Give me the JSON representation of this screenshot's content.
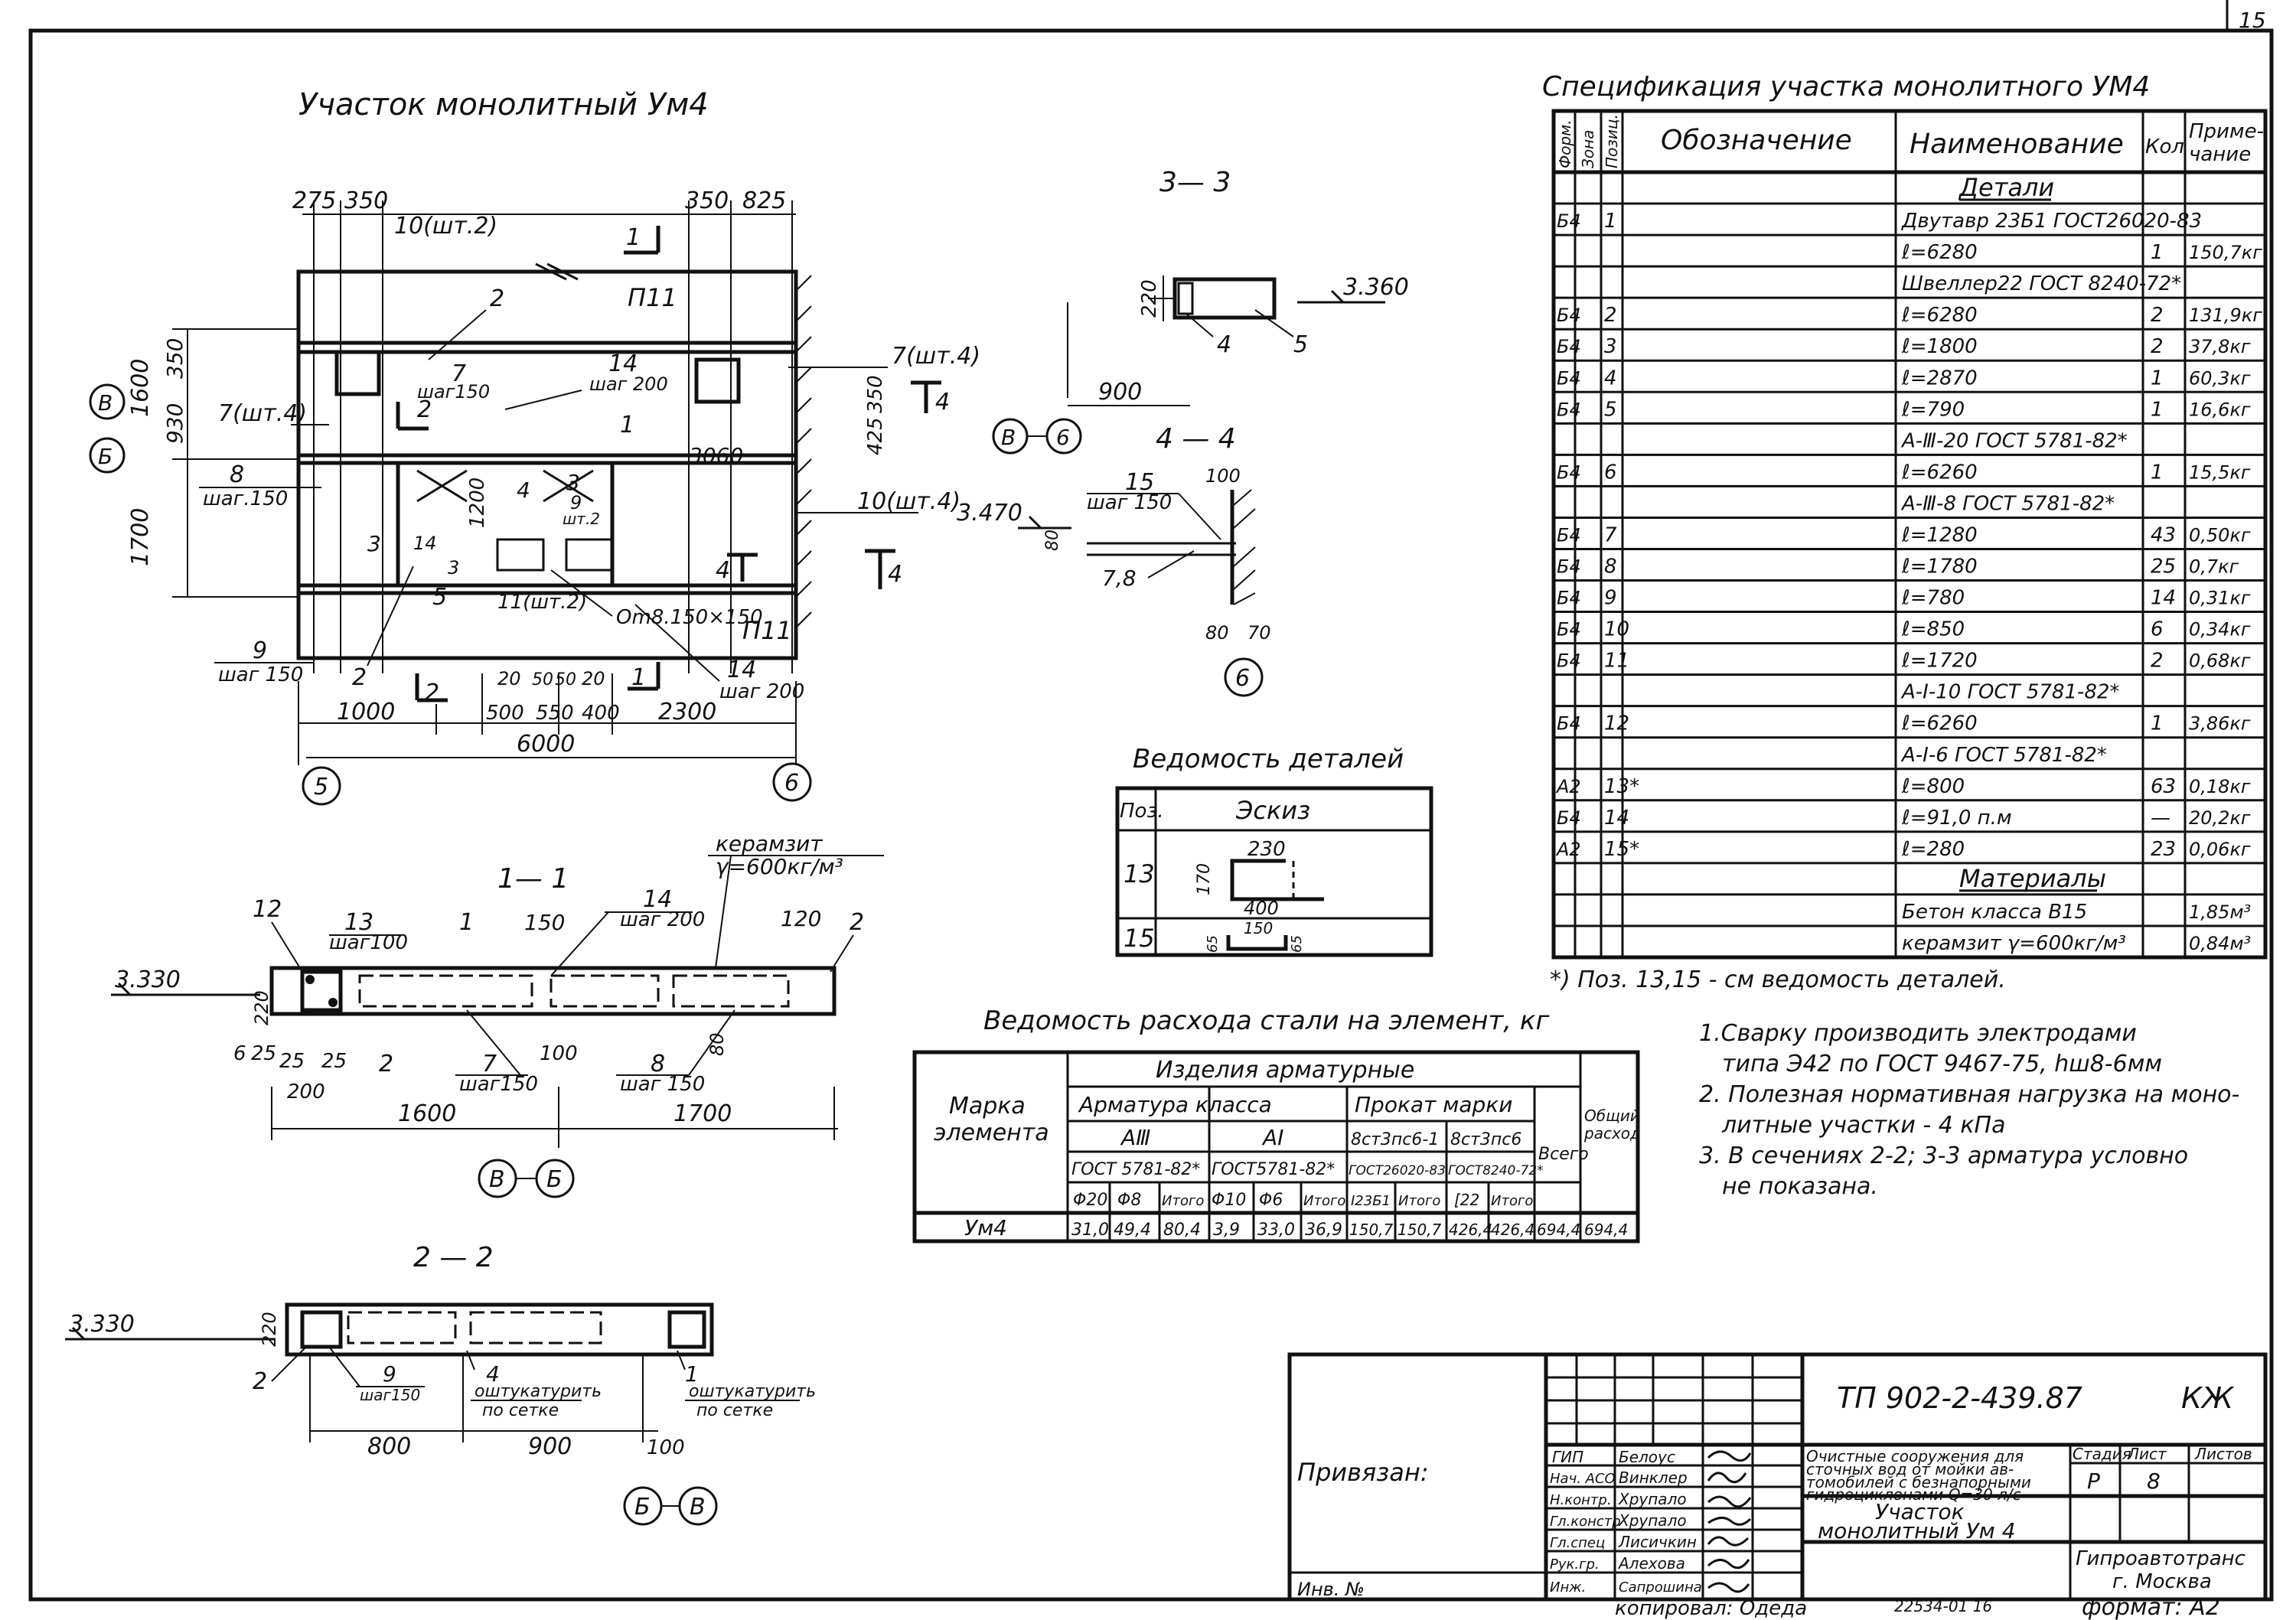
{
  "page_number": "15",
  "plan": {
    "title": "Участок монолитный Ум4",
    "dims_top": [
      "275",
      "350",
      "10(шт.2)",
      "350",
      "825"
    ],
    "dims_left": [
      "1600",
      "350",
      "930",
      "1700"
    ],
    "labels": [
      "П11",
      "П11",
      "2",
      "1",
      "7",
      "шаг150",
      "14",
      "шаг 200",
      "7(шт.4)",
      "7(шт.4)",
      "350",
      "425",
      "3060",
      "8",
      "шаг.150",
      "1200",
      "4",
      "3",
      "9",
      "шт.2",
      "10(шт.4)",
      "3",
      "14",
      "3",
      "5",
      "11(шт.2)",
      "Оm8.150×150",
      "9",
      "шаг 150",
      "2",
      "14",
      "шаг 200",
      "20",
      "50",
      "50",
      "20"
    ],
    "section_marks": [
      "1",
      "2",
      "4",
      "4",
      "4",
      "2",
      "1"
    ],
    "dims_bottom": [
      "1000",
      "500",
      "550",
      "400",
      "2300",
      "6000"
    ],
    "axes": [
      "В",
      "Б",
      "5",
      "6"
    ]
  },
  "section_3_3": {
    "title": "3— 3",
    "level": "3.360",
    "dims": [
      "220",
      "900"
    ],
    "labels": [
      "4",
      "5"
    ],
    "axes": [
      "В",
      "6"
    ]
  },
  "section_4_4": {
    "title": "4 — 4",
    "level": "3.470",
    "dims": [
      "100",
      "80",
      "80",
      "70"
    ],
    "labels": [
      "15",
      "шаг 150",
      "7,8"
    ],
    "axis": "6"
  },
  "section_1_1": {
    "title": "1— 1",
    "level": "3.330",
    "note": [
      "керамзит",
      "γ=600кг/м³"
    ],
    "labels": [
      "12",
      "13",
      "шаг100",
      "1",
      "150",
      "14",
      "шаг 200",
      "120",
      "2",
      "220",
      "6",
      "25",
      "25",
      "25",
      "200",
      "2",
      "7",
      "шаг150",
      "100",
      "8",
      "шаг 150",
      "80"
    ],
    "dims": [
      "1600",
      "1700"
    ],
    "axes": [
      "В",
      "Б"
    ]
  },
  "section_2_2": {
    "title": "2 — 2",
    "level": "3.330",
    "labels": [
      "220",
      "2",
      "9",
      "шаг150",
      "4",
      "оштукатурить",
      "по сетке",
      "1",
      "оштукатурить",
      "по сетке"
    ],
    "dims": [
      "800",
      "900",
      "100"
    ],
    "axes": [
      "Б",
      "В"
    ]
  },
  "details": {
    "title": "Ведомость деталей",
    "header": [
      "Поз.",
      "Эскиз"
    ],
    "rows": [
      {
        "pos": "13",
        "dims": [
          "230",
          "170",
          "400"
        ]
      },
      {
        "pos": "15",
        "dims": [
          "150",
          "65",
          "65"
        ]
      }
    ]
  },
  "steel": {
    "title": "Ведомость расхода стали на элемент, кг",
    "header_mark": "Марка элемента",
    "header_group": "Изделия арматурные",
    "header_armature": "Арматура класса",
    "header_prokat": "Прокат марки",
    "header_total": "Всего",
    "header_common": "Общий расход",
    "classes": [
      "АⅢ",
      "АⅠ",
      "8ст3пс6-1",
      "8ст3пс6"
    ],
    "standards": [
      "ГОСТ 5781-82*",
      "ГОСТ5781-82*",
      "ГОСТ26020-83",
      "ГОСТ8240-72*"
    ],
    "subheaders": [
      "Φ20",
      "Φ8",
      "Итого",
      "Φ10",
      "Φ6",
      "Итого",
      "I23Б1",
      "Итого",
      "[22",
      "Итого"
    ],
    "row_mark": "Ум4",
    "row_values": [
      "31,0",
      "49,4",
      "80,4",
      "3,9",
      "33,0",
      "36,9",
      "150,7",
      "150,7",
      "426,4",
      "426,4",
      "694,4",
      "694,4"
    ]
  },
  "spec": {
    "title": "Спецификация участка монолитного УМ4",
    "header": [
      "Форм.",
      "Зона",
      "Позиц.",
      "Обозначение",
      "Наименование",
      "Кол",
      "Примечание"
    ],
    "rows": [
      {
        "form": "",
        "pos": "",
        "name": "Детали",
        "qty": "",
        "note": ""
      },
      {
        "form": "Б4",
        "pos": "1",
        "name": "Двутавр 23Б1 ГОСТ26020-83",
        "qty": "",
        "note": ""
      },
      {
        "form": "",
        "pos": "",
        "name": "ℓ=6280",
        "qty": "1",
        "note": "150,7кг"
      },
      {
        "form": "",
        "pos": "",
        "name": "Швеллер22 ГОСТ 8240-72*",
        "qty": "",
        "note": ""
      },
      {
        "form": "Б4",
        "pos": "2",
        "name": "ℓ=6280",
        "qty": "2",
        "note": "131,9кг"
      },
      {
        "form": "Б4",
        "pos": "3",
        "name": "ℓ=1800",
        "qty": "2",
        "note": "37,8кг"
      },
      {
        "form": "Б4",
        "pos": "4",
        "name": "ℓ=2870",
        "qty": "1",
        "note": "60,3кг"
      },
      {
        "form": "Б4",
        "pos": "5",
        "name": "ℓ=790",
        "qty": "1",
        "note": "16,6кг"
      },
      {
        "form": "",
        "pos": "",
        "name": "А-Ⅲ-20 ГОСТ 5781-82*",
        "qty": "",
        "note": ""
      },
      {
        "form": "Б4",
        "pos": "6",
        "name": "ℓ=6260",
        "qty": "1",
        "note": "15,5кг"
      },
      {
        "form": "",
        "pos": "",
        "name": "А-Ⅲ-8 ГОСТ 5781-82*",
        "qty": "",
        "note": ""
      },
      {
        "form": "Б4",
        "pos": "7",
        "name": "ℓ=1280",
        "qty": "43",
        "note": "0,50кг"
      },
      {
        "form": "Б4",
        "pos": "8",
        "name": "ℓ=1780",
        "qty": "25",
        "note": "0,7кг"
      },
      {
        "form": "Б4",
        "pos": "9",
        "name": "ℓ=780",
        "qty": "14",
        "note": "0,31кг"
      },
      {
        "form": "Б4",
        "pos": "10",
        "name": "ℓ=850",
        "qty": "6",
        "note": "0,34кг"
      },
      {
        "form": "Б4",
        "pos": "11",
        "name": "ℓ=1720",
        "qty": "2",
        "note": "0,68кг"
      },
      {
        "form": "",
        "pos": "",
        "name": "А-Ⅰ-10 ГОСТ 5781-82*",
        "qty": "",
        "note": ""
      },
      {
        "form": "Б4",
        "pos": "12",
        "name": "ℓ=6260",
        "qty": "1",
        "note": "3,86кг"
      },
      {
        "form": "",
        "pos": "",
        "name": "А-Ⅰ-6 ГОСТ 5781-82*",
        "qty": "",
        "note": ""
      },
      {
        "form": "А2",
        "pos": "13*",
        "name": "ℓ=800",
        "qty": "63",
        "note": "0,18кг"
      },
      {
        "form": "Б4",
        "pos": "14",
        "name": "ℓ=91,0 п.м",
        "qty": "—",
        "note": "20,2кг"
      },
      {
        "form": "А2",
        "pos": "15*",
        "name": "ℓ=280",
        "qty": "23",
        "note": "0,06кг"
      },
      {
        "form": "",
        "pos": "",
        "name": "Материалы",
        "qty": "",
        "note": ""
      },
      {
        "form": "",
        "pos": "",
        "name": "Бетон класса В15",
        "qty": "",
        "note": "1,85м³"
      },
      {
        "form": "",
        "pos": "",
        "name": "керамзит γ=600кг/м³",
        "qty": "",
        "note": "0,84м³"
      }
    ],
    "footnote": "*) Поз. 13,15 - см ведомость деталей."
  },
  "notes": [
    "1.Сварку производить электродами",
    "типа Э42 по ГОСТ 9467-75, hш8-6мм",
    "2. Полезная нормативная нагрузка на моно-",
    "литные участки - 4 кПа",
    "3. В сечениях 2-2; 3-3 арматура условно",
    "не показана."
  ],
  "stamp": {
    "doc_code": "ТП 902-2-439.87",
    "mark": "КЖ",
    "project": [
      "Очистные сооружения для",
      "сточных вод от мойки ав-",
      "томобилей с безнапорными",
      "гидроциклонами Q=30 л/с"
    ],
    "sheet_name": [
      "Участок",
      "монолитный Ум 4"
    ],
    "stage_header": [
      "Стадия",
      "Лист",
      "Листов"
    ],
    "stage": "Р",
    "sheet": "8",
    "org": [
      "Гипроавтотранс",
      "г. Москва"
    ],
    "roles": [
      "ГИП",
      "Нач. АСО",
      "Н.контр.",
      "Гл.констр",
      "Гл.спец",
      "Рук.гр.",
      "Инж."
    ],
    "names": [
      "Белоус",
      "Винклер",
      "Хрупало",
      "Хрупало",
      "Лисичкин",
      "Алехова",
      "Сапрошина"
    ],
    "privyazan": "Привязан:",
    "inv": "Инв. №",
    "copied": "копировал: Одеда",
    "number": "22534-01  16",
    "format": "формат: А2"
  }
}
